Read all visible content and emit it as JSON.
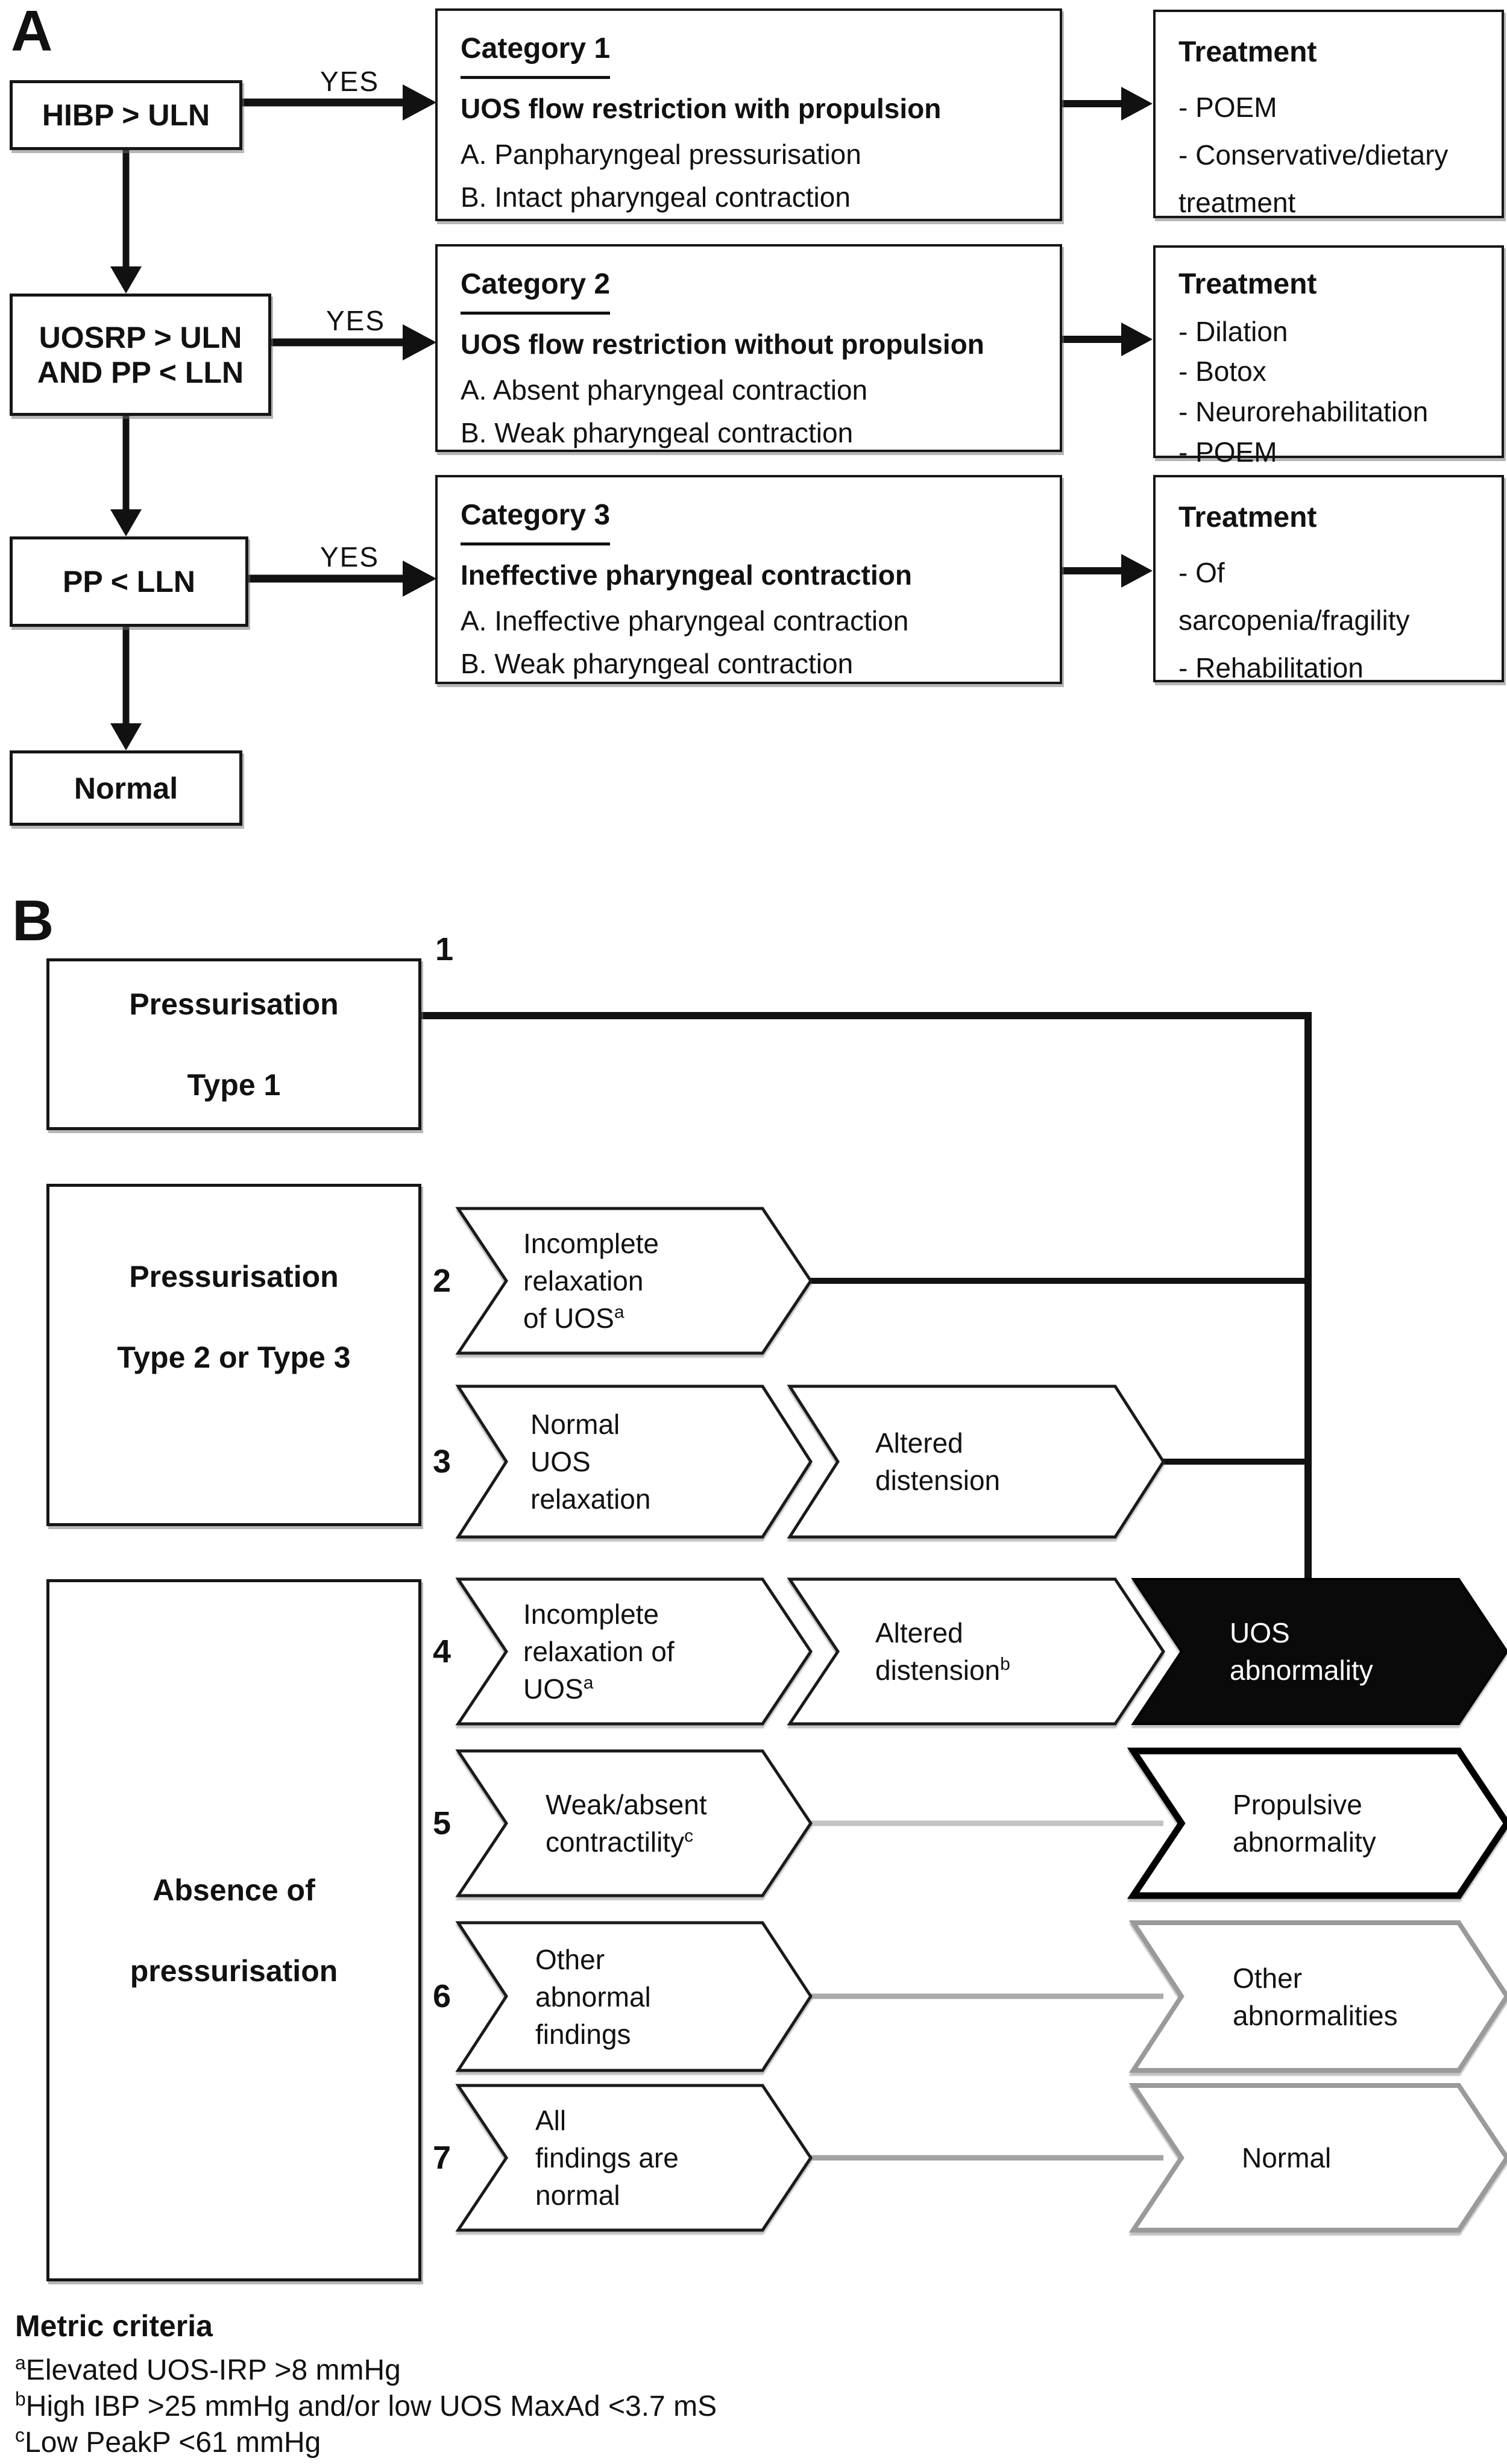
{
  "panel_a": {
    "label": "A",
    "yes_label": "YES",
    "flow_boxes": [
      {
        "lines": [
          "HIBP > ULN"
        ]
      },
      {
        "lines": [
          "UOSRP > ULN",
          "AND PP < LLN"
        ]
      },
      {
        "lines": [
          "PP < LLN"
        ]
      },
      {
        "lines": [
          "Normal"
        ]
      }
    ],
    "categories": [
      {
        "title": "Category 1",
        "subtitle": "UOS flow restriction with propulsion",
        "items": [
          "A. Panpharyngeal pressurisation",
          "B. Intact pharyngeal contraction"
        ]
      },
      {
        "title": "Category 2",
        "subtitle": "UOS flow restriction without propulsion",
        "items": [
          "A. Absent pharyngeal contraction",
          "B. Weak pharyngeal contraction"
        ]
      },
      {
        "title": "Category 3",
        "subtitle": "Ineffective pharyngeal contraction",
        "items": [
          "A. Ineffective pharyngeal contraction",
          "B. Weak pharyngeal contraction"
        ]
      }
    ],
    "treatments": [
      {
        "title": "Treatment",
        "items": [
          "- POEM",
          "- Conservative/dietary",
          "treatment"
        ]
      },
      {
        "title": "Treatment",
        "items": [
          "- Dilation",
          "- Botox",
          "- Neurorehabilitation",
          "- POEM"
        ]
      },
      {
        "title": "Treatment",
        "items": [
          "- Of",
          "sarcopenia/fragility",
          "- Rehabilitation"
        ]
      }
    ]
  },
  "panel_b": {
    "label": "B",
    "row_numbers": [
      "1",
      "2",
      "3",
      "4",
      "5",
      "6",
      "7"
    ],
    "group_boxes": [
      {
        "lines": [
          "Pressurisation",
          "Type 1"
        ]
      },
      {
        "lines": [
          "Pressurisation",
          "Type 2 or Type 3"
        ]
      },
      {
        "lines": [
          "Absence of",
          "pressurisation"
        ]
      }
    ],
    "chevrons": {
      "incomplete_relaxation_2": {
        "lines": [
          "Incomplete",
          "relaxation",
          "of UOS"
        ],
        "sup": "a"
      },
      "normal_uos_relaxation": {
        "lines": [
          "Normal",
          "UOS",
          "relaxation"
        ],
        "sup": ""
      },
      "altered_distension_3": {
        "lines": [
          "Altered",
          "distension"
        ],
        "sup": ""
      },
      "incomplete_relaxation_4": {
        "lines": [
          "Incomplete",
          "relaxation of",
          "UOS"
        ],
        "sup": "a"
      },
      "altered_distension_4": {
        "lines": [
          "Altered",
          "distension"
        ],
        "sup": "b"
      },
      "uos_abnormality": {
        "lines": [
          "UOS",
          "abnormality"
        ],
        "sup": ""
      },
      "weak_absent_contractility": {
        "lines": [
          "Weak/absent",
          "contractility"
        ],
        "sup": "c"
      },
      "propulsive_abnormality": {
        "lines": [
          "Propulsive",
          "abnormality"
        ],
        "sup": ""
      },
      "other_abnormal_findings": {
        "lines": [
          "Other",
          "abnormal",
          "findings"
        ],
        "sup": ""
      },
      "other_abnormalities": {
        "lines": [
          "Other",
          "abnormalities"
        ],
        "sup": ""
      },
      "all_findings_normal": {
        "lines": [
          "All",
          "findings are",
          "normal"
        ],
        "sup": ""
      },
      "normal_outcome": {
        "lines": [
          "Normal"
        ],
        "sup": ""
      }
    }
  },
  "footnotes": {
    "title": "Metric criteria",
    "items": [
      {
        "sup": "a",
        "text": "Elevated UOS-IRP >8 mmHg"
      },
      {
        "sup": "b",
        "text": "High IBP >25 mmHg and/or low UOS MaxAd <3.7 mS"
      },
      {
        "sup": "c",
        "text": "Low PeakP <61 mmHg"
      }
    ]
  },
  "colors": {
    "ink": "#111111",
    "black_chevron_fill": "#0a0a0a",
    "gray_outline": "#9a9a9a",
    "light_connector": "#c2c2c2",
    "mid_connector": "#ababab"
  }
}
